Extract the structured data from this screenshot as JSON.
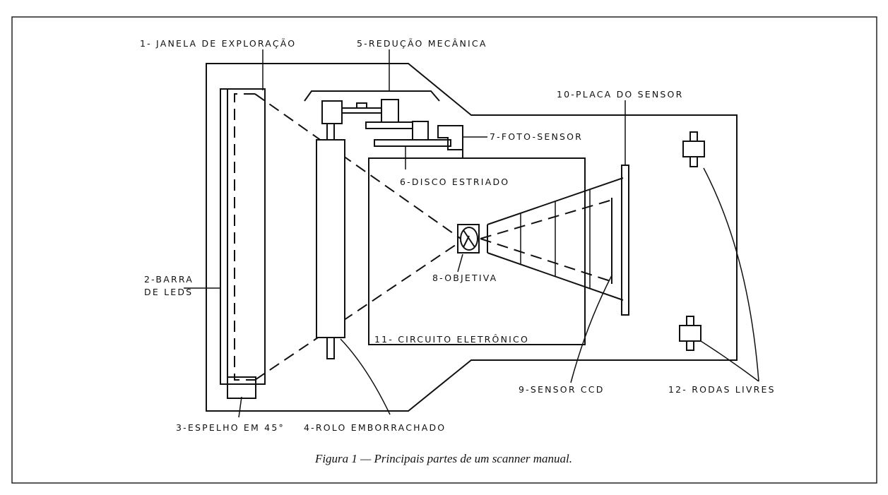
{
  "labels": {
    "l1": "1- JANELA DE EXPLORAÇÃO",
    "l2a": "2-BARRA",
    "l2b": "DE LEDS",
    "l3": "3-ESPELHO EM 45°",
    "l4": "4-ROLO EMBORRACHADO",
    "l5": "5-REDUÇÃO MECÂNICA",
    "l6": "6-DISCO ESTRIADO",
    "l7": "7-FOTO-SENSOR",
    "l8": "8-OBJETIVA",
    "l9": "9-SENSOR CCD",
    "l10": "10-PLACA DO SENSOR",
    "l11": "11- CIRCUITO ELETRÔNICO",
    "l12": "12- RODAS LIVRES"
  },
  "caption": "Figura 1 — Principais partes de um scanner manual."
}
